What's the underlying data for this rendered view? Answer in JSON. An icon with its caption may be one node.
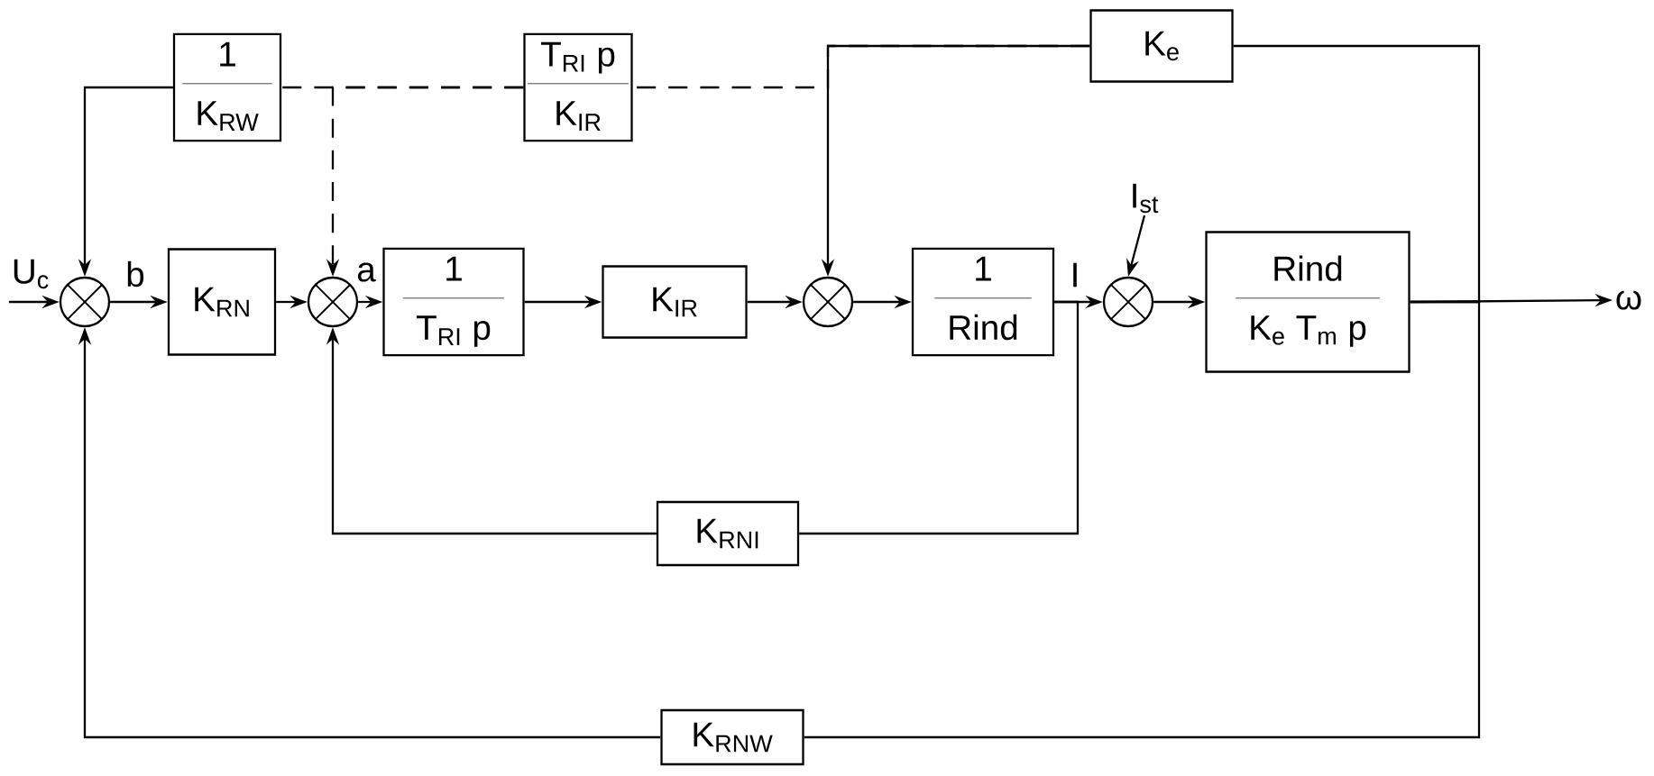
{
  "diagram": {
    "nodes": [
      {
        "text": [
          "1",
          "K$_{RW}$"
        ]
      },
      {
        "text": [
          "T$_{RI}$ p",
          "K$_{IR}$"
        ]
      },
      {
        "text": [
          "K$_{e}$"
        ]
      },
      {
        "text": [
          "I$_{st}$"
        ]
      },
      {
        "text": [
          "U$_{c}$"
        ]
      },
      {
        "text": [],
        "shape": "circle"
      },
      {
        "text": [
          "K$_{RN}$"
        ]
      },
      {
        "text": [],
        "shape": "circle"
      },
      {
        "text": [
          "1",
          "T$_{RI}$ p"
        ]
      },
      {
        "text": [
          "K$_{IR}$"
        ]
      },
      {
        "text": [],
        "shape": "circle"
      },
      {
        "text": [
          "1",
          "Rind"
        ]
      },
      {
        "text": [],
        "shape": "circle"
      },
      {
        "text": [
          "Rind",
          "K$_{e}$ T$_{m}$ p"
        ]
      },
      {
        "text": [
          "ω"
        ]
      },
      {
        "text": [
          "K$_{RNI}$"
        ]
      },
      {
        "text": [
          "K$_{RNW}$"
        ]
      }
    ],
    "edges": [
      {
        "from": 4,
        "to": 5,
        "arrow": "to"
      },
      {
        "from": 5,
        "to": 6,
        "arrow": "to"
      },
      {
        "from": 6,
        "to": 7,
        "arrow": "to"
      },
      {
        "from": 7,
        "to": 8,
        "arrow": "to"
      },
      {
        "from": 8,
        "to": 9,
        "arrow": "to"
      },
      {
        "from": 9,
        "to": 10,
        "arrow": "to"
      },
      {
        "from": 10,
        "to": 11,
        "arrow": "to"
      },
      {
        "from": 11,
        "to": 12,
        "arrow": "to"
      },
      {
        "from": 12,
        "to": 13,
        "arrow": "to"
      },
      {
        "from": 13,
        "to": 14,
        "arrow": "to"
      },
      {
        "from": 3,
        "to": 12,
        "arrow": "to"
      },
      {
        "from": 13,
        "to": 2,
        "arrow": "none"
      },
      {
        "from": 2,
        "to": 10,
        "arrow": "to"
      },
      {
        "from": 2,
        "to": 1,
        "arrow": "none",
        "style": "dashed"
      },
      {
        "from": 1,
        "to": 7,
        "arrow": "to",
        "style": "dashed"
      },
      {
        "from": 1,
        "to": 0,
        "arrow": "none",
        "style": "dashed"
      },
      {
        "from": 0,
        "to": 5,
        "arrow": "to"
      },
      {
        "from": 11,
        "to": 15,
        "arrow": "none"
      },
      {
        "from": 15,
        "to": 7,
        "arrow": "to"
      },
      {
        "from": 13,
        "to": 16,
        "arrow": "none"
      },
      {
        "from": 16,
        "to": 5,
        "arrow": "to"
      }
    ],
    "labels": [
      "b",
      "a",
      "I"
    ]
  }
}
